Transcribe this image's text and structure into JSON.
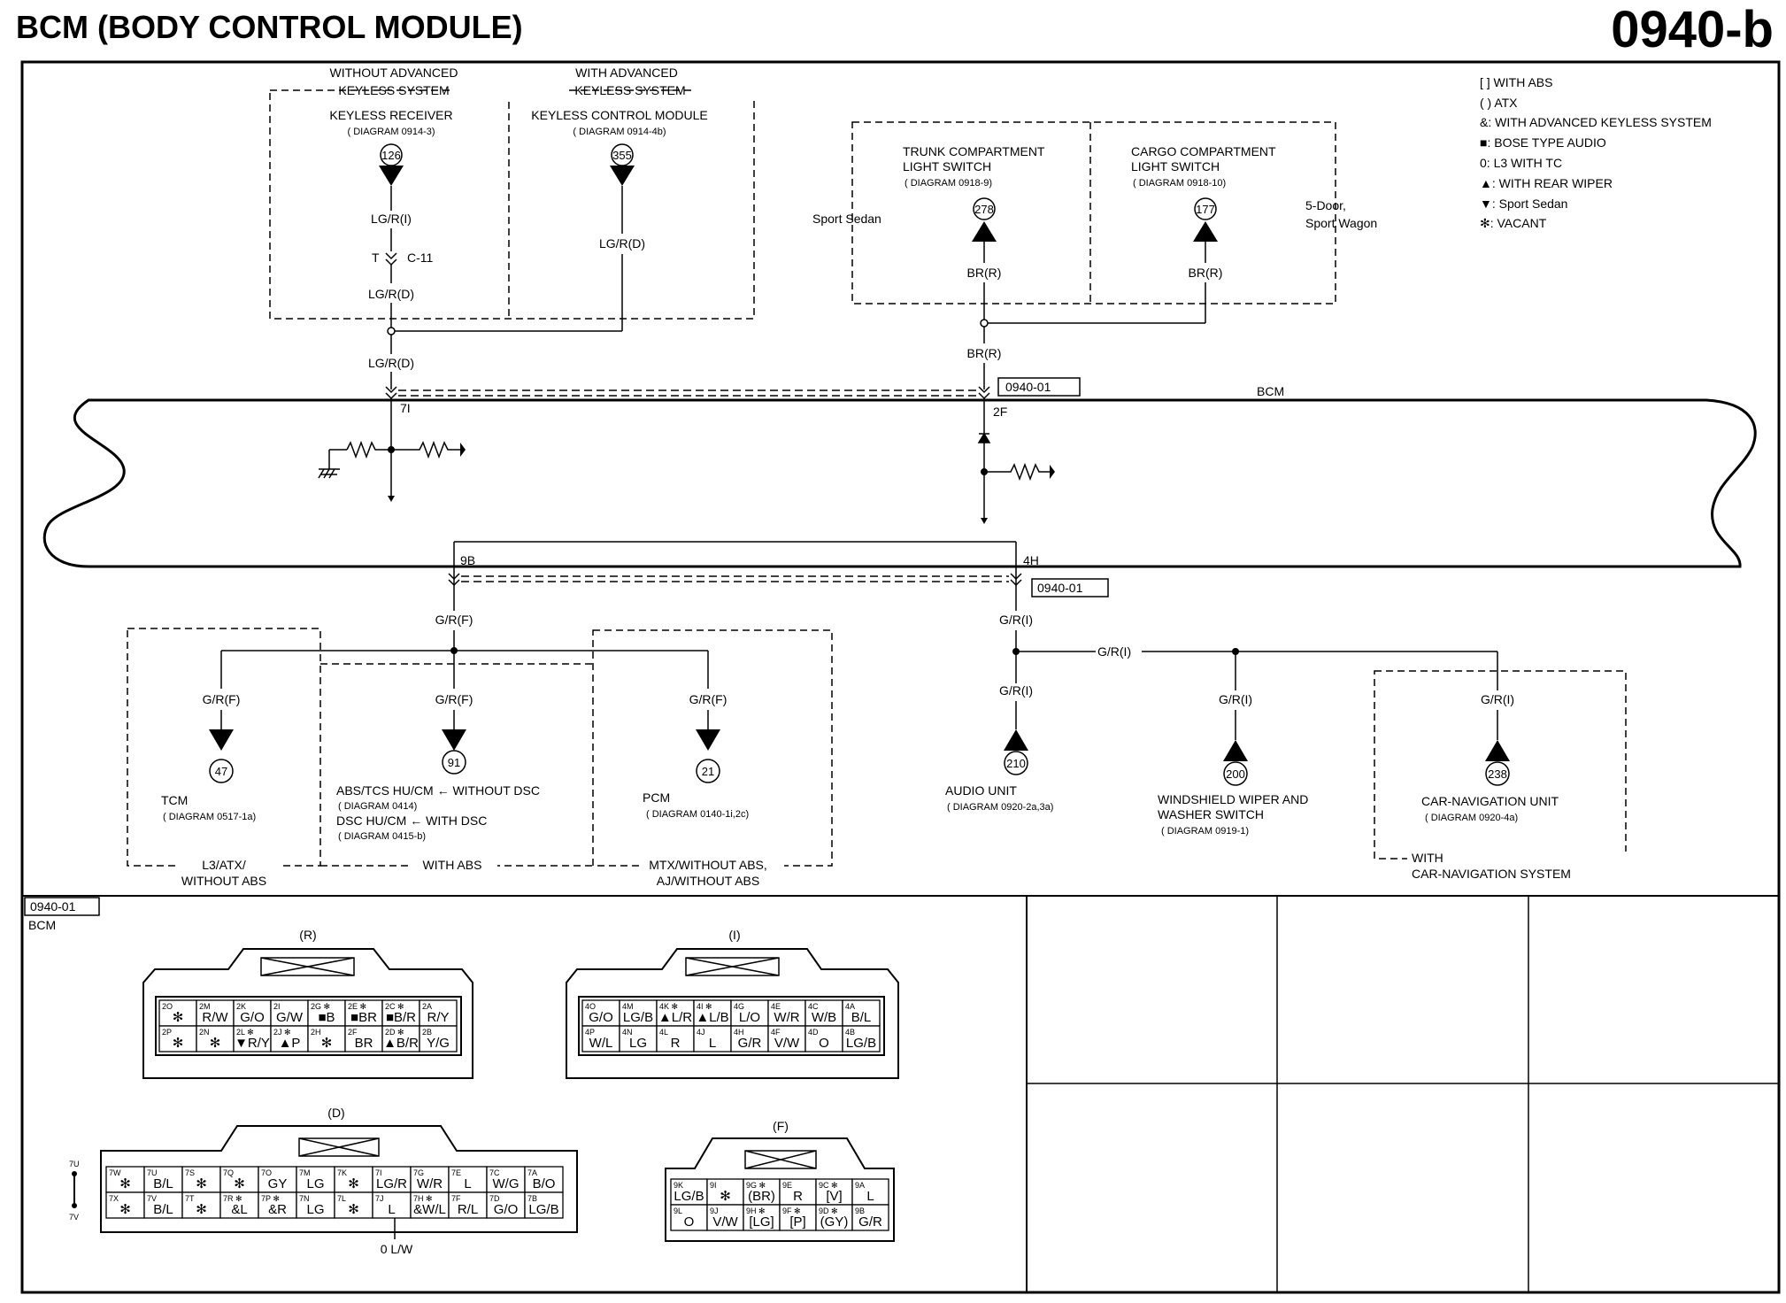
{
  "header": {
    "title": "BCM (BODY CONTROL MODULE)",
    "page": "0940-b"
  },
  "legend": [
    "[ ] WITH ABS",
    "( ) ATX",
    "&: WITH ADVANCED KEYLESS SYSTEM",
    "■: BOSE TYPE AUDIO",
    "0: L3 WITH TC",
    "▲: WITH REAR WIPER",
    "▼: Sport Sedan",
    "✻: VACANT"
  ],
  "top_left": {
    "group1_label": [
      "WITHOUT ADVANCED",
      "KEYLESS SYSTEM"
    ],
    "group2_label": [
      "WITH ADVANCED",
      "KEYLESS SYSTEM"
    ],
    "comp1": [
      "KEYLESS RECEIVER",
      "( DIAGRAM 0914-3)"
    ],
    "comp1_circle": "126",
    "comp2": [
      "KEYLESS CONTROL MODULE",
      "( DIAGRAM 0914-4b)"
    ],
    "comp2_circle": "355",
    "wire_a": "LG/R(I)",
    "connector_t": "T",
    "connector_c": "C-11",
    "wire_b": "LG/R(D)",
    "wire_c": "LG/R(D)",
    "wire_d": "LG/R(D)",
    "pin": "7I"
  },
  "top_right": {
    "comp1": [
      "TRUNK COMPARTMENT",
      "LIGHT SWITCH",
      "( DIAGRAM 0918-9)"
    ],
    "comp1_circle": "278",
    "comp2": [
      "CARGO COMPARTMENT",
      "LIGHT SWITCH",
      "( DIAGRAM 0918-10)"
    ],
    "comp2_circle": "177",
    "left_note": "Sport Sedan",
    "right_note": [
      "5-Door,",
      "Sport Wagon"
    ],
    "wire_a": "BR(R)",
    "wire_b": "BR(R)",
    "wire_c": "BR(R)",
    "pin": "2F",
    "ref_box": "0940-01"
  },
  "bcm_label": "BCM",
  "lower": {
    "pin_left": "9B",
    "pin_right": "4H",
    "ref_box": "0940-01",
    "wire_f": "G/R(F)",
    "wire_i": "G/R(I)",
    "branches": [
      {
        "wire": "G/R(F)",
        "circle": "47",
        "name": "TCM",
        "diagram": "( DIAGRAM 0517-1a)"
      },
      {
        "wire": "G/R(F)",
        "circle": "91",
        "lines": [
          "ABS/TCS HU/CM ← WITHOUT DSC",
          "( DIAGRAM 0414)",
          "DSC HU/CM ← WITH DSC",
          "( DIAGRAM 0415-b)"
        ]
      },
      {
        "wire": "G/R(F)",
        "circle": "21",
        "name": "PCM",
        "diagram": "( DIAGRAM 0140-1i,2c)"
      },
      {
        "wire": "G/R(I)",
        "circle": "210",
        "name": "AUDIO UNIT",
        "diagram": "( DIAGRAM 0920-2a,3a)"
      },
      {
        "wire": "G/R(I)",
        "circle": "200",
        "lines": [
          "WINDSHIELD WIPER AND",
          "WASHER SWITCH",
          "( DIAGRAM 0919-1)"
        ]
      },
      {
        "wire": "G/R(I)",
        "circle": "238",
        "name": "CAR-NAVIGATION UNIT",
        "diagram": "( DIAGRAM 0920-4a)"
      }
    ],
    "horizontal_wire": "G/R(I)",
    "group_labels": [
      "L3/ATX/",
      "WITHOUT ABS",
      "WITH ABS",
      "MTX/WITHOUT ABS,",
      "AJ/WITHOUT ABS",
      "WITH",
      "CAR-NAVIGATION SYSTEM"
    ]
  },
  "connectors": {
    "ref": "0940-01",
    "ref_name": "BCM",
    "R": {
      "label": "(R)",
      "top": [
        [
          "2O",
          "✻"
        ],
        [
          "2M",
          "R/W"
        ],
        [
          "2K",
          "G/O"
        ],
        [
          "2I",
          "G/W"
        ],
        [
          "2G ✻",
          "■B"
        ],
        [
          "2E ✻",
          "■BR"
        ],
        [
          "2C ✻",
          "■B/R"
        ],
        [
          "2A",
          "R/Y"
        ]
      ],
      "bottom": [
        [
          "2P",
          "✻"
        ],
        [
          "2N",
          "✻"
        ],
        [
          "2L ✻",
          "▼R/Y"
        ],
        [
          "2J ✻",
          "▲P"
        ],
        [
          "2H",
          "✻"
        ],
        [
          "2F",
          "BR"
        ],
        [
          "2D ✻",
          "▲B/R"
        ],
        [
          "2B",
          "Y/G"
        ]
      ]
    },
    "I": {
      "label": "(I)",
      "top": [
        [
          "4O",
          "G/O"
        ],
        [
          "4M",
          "LG/B"
        ],
        [
          "4K ✻",
          "▲L/R"
        ],
        [
          "4I ✻",
          "▲L/B"
        ],
        [
          "4G",
          "L/O"
        ],
        [
          "4E",
          "W/R"
        ],
        [
          "4C",
          "W/B"
        ],
        [
          "4A",
          "B/L"
        ]
      ],
      "bottom": [
        [
          "4P",
          "W/L"
        ],
        [
          "4N",
          "LG"
        ],
        [
          "4L",
          "R"
        ],
        [
          "4J",
          "L"
        ],
        [
          "4H",
          "G/R"
        ],
        [
          "4F",
          "V/W"
        ],
        [
          "4D",
          "O"
        ],
        [
          "4B",
          "LG/B"
        ]
      ]
    },
    "D": {
      "label": "(D)",
      "side_top": "7U",
      "side_bottom": "7V",
      "bottom_note": "0 L/W",
      "top": [
        [
          "7W",
          "✻"
        ],
        [
          "7U",
          "B/L"
        ],
        [
          "7S",
          "✻"
        ],
        [
          "7Q",
          "✻"
        ],
        [
          "7O",
          "GY"
        ],
        [
          "7M",
          "LG"
        ],
        [
          "7K",
          "✻"
        ],
        [
          "7I",
          "LG/R"
        ],
        [
          "7G",
          "W/R"
        ],
        [
          "7E",
          "L"
        ],
        [
          "7C",
          "W/G"
        ],
        [
          "7A",
          "B/O"
        ]
      ],
      "bottom": [
        [
          "7X",
          "✻"
        ],
        [
          "7V",
          "B/L"
        ],
        [
          "7T",
          "✻"
        ],
        [
          "7R ✻",
          "&L"
        ],
        [
          "7P ✻",
          "&R"
        ],
        [
          "7N",
          "LG"
        ],
        [
          "7L",
          "✻"
        ],
        [
          "7J",
          "L"
        ],
        [
          "7H ✻",
          "&W/L"
        ],
        [
          "7F",
          "R/L"
        ],
        [
          "7D",
          "G/O"
        ],
        [
          "7B",
          "LG/B"
        ]
      ]
    },
    "F": {
      "label": "(F)",
      "top": [
        [
          "9K",
          "LG/B"
        ],
        [
          "9I",
          "✻"
        ],
        [
          "9G ✻",
          "(BR)"
        ],
        [
          "9E",
          "R"
        ],
        [
          "9C ✻",
          "[V]"
        ],
        [
          "9A",
          "L"
        ]
      ],
      "bottom": [
        [
          "9L",
          "O"
        ],
        [
          "9J",
          "V/W"
        ],
        [
          "9H ✻",
          "[LG]"
        ],
        [
          "9F ✻",
          "[P]"
        ],
        [
          "9D ✻",
          "(GY)"
        ],
        [
          "9B",
          "G/R"
        ]
      ]
    }
  }
}
